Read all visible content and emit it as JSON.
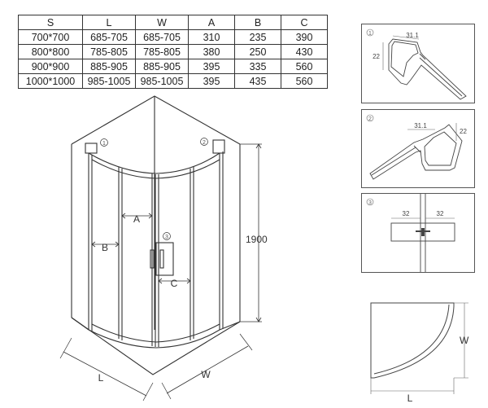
{
  "table": {
    "headers": [
      "S",
      "L",
      "W",
      "A",
      "B",
      "C"
    ],
    "rows": [
      [
        "700*700",
        "685-705",
        "685-705",
        "310",
        "235",
        "390"
      ],
      [
        "800*800",
        "785-805",
        "785-805",
        "380",
        "250",
        "430"
      ],
      [
        "900*900",
        "885-905",
        "885-905",
        "395",
        "335",
        "560"
      ],
      [
        "1000*1000",
        "985-1005",
        "985-1005",
        "395",
        "435",
        "560"
      ]
    ]
  },
  "main_drawing": {
    "height_label": "1900",
    "label_a": "A",
    "label_b": "B",
    "label_c": "C",
    "label_l": "L",
    "label_w": "W",
    "callout_1": "1",
    "callout_2": "2",
    "callout_3": "3"
  },
  "details": [
    {
      "number": "1",
      "dim_top": "31.1",
      "dim_side": "22"
    },
    {
      "number": "2",
      "dim_top": "31.1",
      "dim_side": "22"
    },
    {
      "number": "3",
      "dim_left": "32",
      "dim_right": "32"
    }
  ],
  "top_view": {
    "label_l": "L",
    "label_w": "W"
  }
}
